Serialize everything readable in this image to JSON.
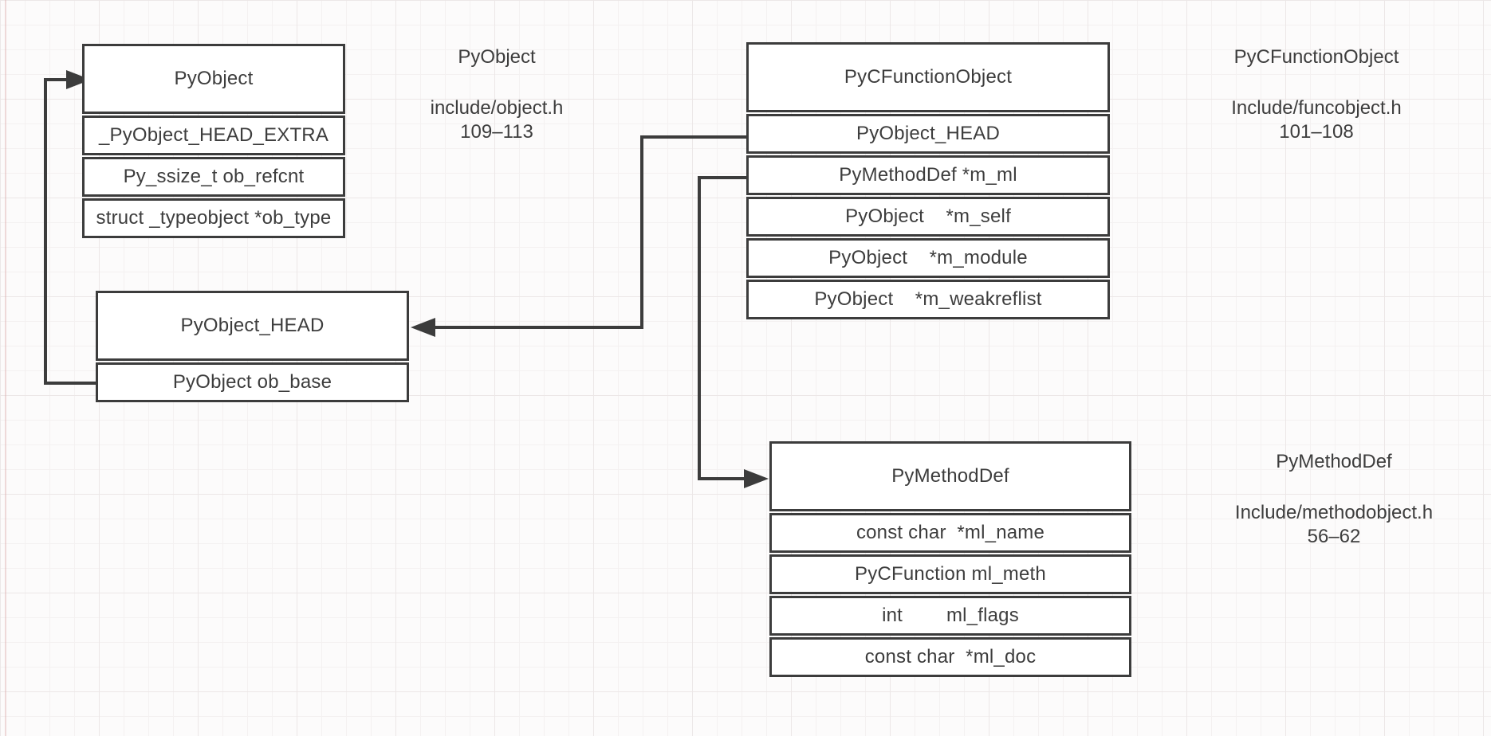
{
  "diagram": {
    "structs": {
      "pyobject": {
        "title": "PyObject",
        "rows": [
          "_PyObject_HEAD_EXTRA",
          "Py_ssize_t ob_refcnt",
          "struct _typeobject *ob_type"
        ]
      },
      "pyobject_head": {
        "title": "PyObject_HEAD",
        "rows": [
          "PyObject ob_base"
        ]
      },
      "pycfunctionobject": {
        "title": "PyCFunctionObject",
        "rows": [
          "PyObject_HEAD",
          "PyMethodDef *m_ml",
          "PyObject    *m_self",
          "PyObject    *m_module",
          "PyObject    *m_weakreflist"
        ]
      },
      "pymethoddef": {
        "title": "PyMethodDef",
        "rows": [
          "const char  *ml_name",
          "PyCFunction ml_meth",
          "int        ml_flags",
          "const char  *ml_doc"
        ]
      }
    },
    "annotations": {
      "pyobject": {
        "name": "PyObject",
        "file": "include/object.h",
        "lines": "109–113"
      },
      "pycfunctionobject": {
        "name": "PyCFunctionObject",
        "file": "Include/funcobject.h",
        "lines": "101–108"
      },
      "pymethoddef": {
        "name": "PyMethodDef",
        "file": "Include/methodobject.h",
        "lines": "56–62"
      }
    },
    "colors": {
      "line": "#3c3c3c",
      "text": "#3d3d3d",
      "box_fill": "#ffffff",
      "background": "#fcfbfb",
      "grid_minor": "#f4f1f1",
      "grid_major": "#ece7e7"
    }
  }
}
